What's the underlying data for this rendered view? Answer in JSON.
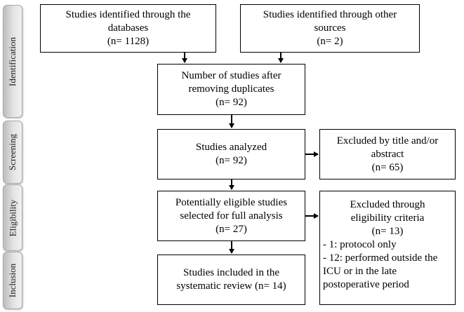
{
  "phases": [
    "Identification",
    "Screening",
    "Eligibility",
    "Inclusion"
  ],
  "boxes": {
    "databases": [
      "Studies identified through the",
      "databases",
      "(n= 1128)"
    ],
    "other_sources": [
      "Studies identified through other",
      "sources",
      "(n= 2)"
    ],
    "after_duplicates": [
      "Number of studies after",
      "removing duplicates",
      "(n= 92)"
    ],
    "analyzed": [
      "Studies analyzed",
      "(n= 92)"
    ],
    "excluded_title": [
      "Excluded by title and/or",
      "abstract",
      "(n= 65)"
    ],
    "eligible": [
      "Potentially eligible studies",
      "selected for full analysis",
      "(n= 27)"
    ],
    "excluded_eligibility": [
      "Excluded through",
      "eligibility  criteria",
      "(n= 13)"
    ],
    "excluded_eligibility_reasons": [
      "- 1: protocol only",
      "- 12: performed outside the",
      "ICU or in the late",
      "postoperative period"
    ],
    "included": [
      "Studies included in the",
      "systematic review (n= 14)"
    ]
  }
}
